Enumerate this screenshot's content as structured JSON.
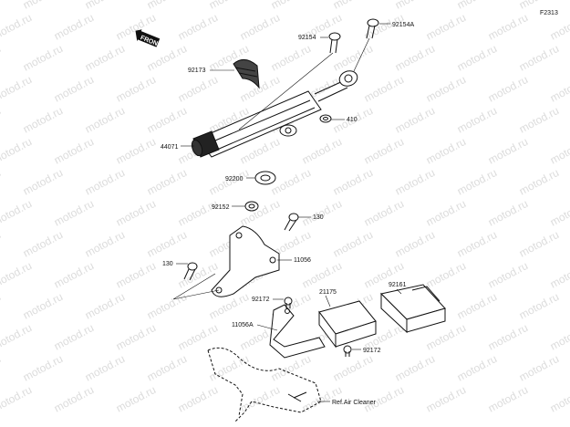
{
  "diagram": {
    "code": "F2313",
    "front_label": "FRONT",
    "watermark": "motod.ru",
    "ref_note": "Ref.Air Cleaner",
    "parts": [
      {
        "id": "p92154",
        "label": "92154"
      },
      {
        "id": "p92154a",
        "label": "92154A"
      },
      {
        "id": "p92173",
        "label": "92173"
      },
      {
        "id": "p410",
        "label": "410"
      },
      {
        "id": "p44071",
        "label": "44071"
      },
      {
        "id": "p92200",
        "label": "92200"
      },
      {
        "id": "p92152",
        "label": "92152"
      },
      {
        "id": "p130a",
        "label": "130"
      },
      {
        "id": "p130b",
        "label": "130"
      },
      {
        "id": "p11056",
        "label": "11056"
      },
      {
        "id": "p92172a",
        "label": "92172"
      },
      {
        "id": "p21175",
        "label": "21175"
      },
      {
        "id": "p92161",
        "label": "92161"
      },
      {
        "id": "p11056a",
        "label": "11056A"
      },
      {
        "id": "p92172b",
        "label": "92172"
      }
    ]
  }
}
